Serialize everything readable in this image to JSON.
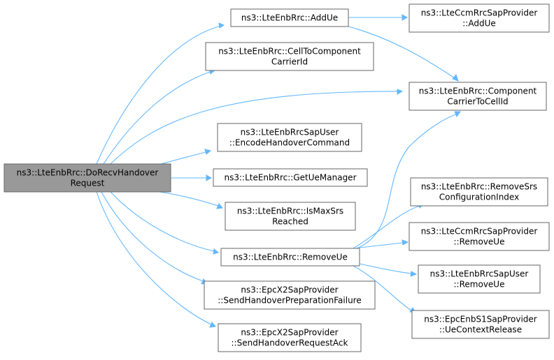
{
  "graph": {
    "root": "root",
    "nodes": [
      {
        "id": "root",
        "lines": [
          "ns3::LteEnbRrc::DoRecvHandover",
          "Request"
        ],
        "root": true
      },
      {
        "id": "addue",
        "lines": [
          "ns3::LteEnbRrc::AddUe"
        ]
      },
      {
        "id": "ccm_addue",
        "lines": [
          "ns3::LteCcmRrcSapProvider",
          "::AddUe"
        ]
      },
      {
        "id": "celltocc",
        "lines": [
          "ns3::LteEnbRrc::CellToComponent",
          "CarrierId"
        ]
      },
      {
        "id": "cctocell",
        "lines": [
          "ns3::LteEnbRrc::Component",
          "CarrierToCellId"
        ]
      },
      {
        "id": "encode",
        "lines": [
          "ns3::LteEnbRrcSapUser",
          "::EncodeHandoverCommand"
        ]
      },
      {
        "id": "getue",
        "lines": [
          "ns3::LteEnbRrc::GetUeManager"
        ]
      },
      {
        "id": "ismax",
        "lines": [
          "ns3::LteEnbRrc::IsMaxSrs",
          "Reached"
        ]
      },
      {
        "id": "removesrs",
        "lines": [
          "ns3::LteEnbRrc::RemoveSrs",
          "ConfigurationIndex"
        ]
      },
      {
        "id": "removeue",
        "lines": [
          "ns3::LteEnbRrc::RemoveUe"
        ]
      },
      {
        "id": "ccm_removeue",
        "lines": [
          "ns3::LteCcmRrcSapProvider",
          "::RemoveUe"
        ]
      },
      {
        "id": "sap_removeue",
        "lines": [
          "ns3::LteEnbRrcSapUser",
          "::RemoveUe"
        ]
      },
      {
        "id": "x2fail",
        "lines": [
          "ns3::EpcX2SapProvider",
          "::SendHandoverPreparationFailure"
        ]
      },
      {
        "id": "s1release",
        "lines": [
          "ns3::EpcEnbS1SapProvider",
          "::UeContextRelease"
        ]
      },
      {
        "id": "x2ack",
        "lines": [
          "ns3::EpcX2SapProvider",
          "::SendHandoverRequestAck"
        ]
      }
    ],
    "edges": [
      {
        "from": "root",
        "to": "addue"
      },
      {
        "from": "root",
        "to": "celltocc"
      },
      {
        "from": "root",
        "to": "cctocell"
      },
      {
        "from": "root",
        "to": "encode"
      },
      {
        "from": "root",
        "to": "getue"
      },
      {
        "from": "root",
        "to": "ismax"
      },
      {
        "from": "root",
        "to": "removeue"
      },
      {
        "from": "root",
        "to": "x2fail"
      },
      {
        "from": "root",
        "to": "x2ack"
      },
      {
        "from": "addue",
        "to": "ccm_addue"
      },
      {
        "from": "addue",
        "to": "cctocell"
      },
      {
        "from": "removeue",
        "to": "cctocell"
      },
      {
        "from": "removeue",
        "to": "removesrs"
      },
      {
        "from": "removeue",
        "to": "ccm_removeue"
      },
      {
        "from": "removeue",
        "to": "sap_removeue"
      },
      {
        "from": "removeue",
        "to": "s1release"
      }
    ]
  }
}
